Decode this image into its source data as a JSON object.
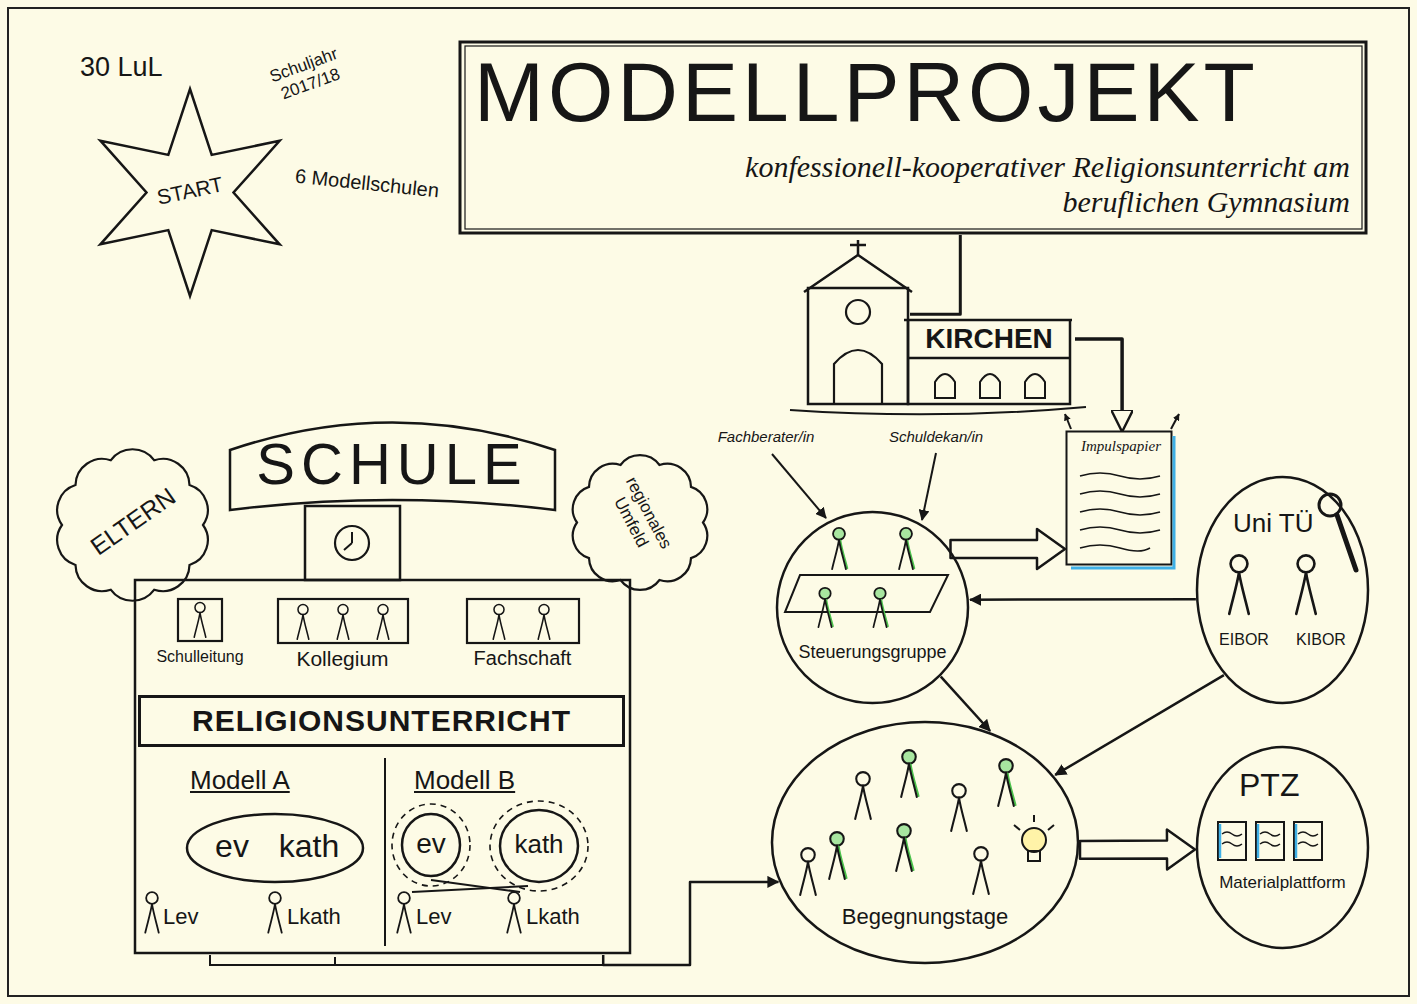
{
  "diagram": {
    "nodes": [
      {
        "text": [
          "START"
        ]
      },
      {
        "text": [
          "MODELLPROJEKT",
          "konfessionell-kooperativer Religionsunterricht am beruflichen Gymnasium"
        ]
      },
      {
        "text": [
          "KIRCHEN"
        ]
      },
      {
        "text": [
          "ELTERN"
        ]
      },
      {
        "text": [
          "SCHULE"
        ]
      },
      {
        "text": [
          "regionales Umfeld"
        ]
      },
      {
        "text": [
          "Schulleitung"
        ],
        "in": 4
      },
      {
        "text": [
          "Kollegium"
        ],
        "in": 4
      },
      {
        "text": [
          "Fachschaft"
        ],
        "in": 4
      },
      {
        "text": [
          "RELIGIONSUNTERRICHT"
        ],
        "in": 4
      },
      {
        "text": [
          "ev",
          "kath"
        ],
        "in": 4
      },
      {
        "text": [
          "ev"
        ],
        "in": 4
      },
      {
        "text": [
          "kath"
        ],
        "in": 4
      },
      {
        "text": [
          "Steuerungsgruppe"
        ]
      },
      {
        "text": [
          "Impulspapier"
        ]
      },
      {
        "text": [
          "Uni TÜ",
          "EIBOR",
          "KIBOR"
        ]
      },
      {
        "text": [
          "Begegnungstage"
        ]
      },
      {
        "text": [
          "PTZ",
          "Materialplattform"
        ]
      }
    ],
    "edges": [
      {
        "from": 2,
        "to": 1,
        "arrow": "none"
      },
      {
        "from": 2,
        "to": 14,
        "arrow": "to"
      },
      {
        "from": 13,
        "to": 14,
        "arrow": "to"
      },
      {
        "from": 15,
        "to": 13,
        "arrow": "to"
      },
      {
        "from": 13,
        "to": 16,
        "arrow": "to"
      },
      {
        "from": 15,
        "to": 16,
        "arrow": "to"
      },
      {
        "from": 4,
        "to": 16,
        "arrow": "to"
      },
      {
        "from": 16,
        "to": 17,
        "arrow": "to"
      }
    ],
    "labels": [
      "30 LuL",
      "Schuljahr 2017/18",
      "6 Modellschulen",
      "Fachberater/in",
      "Schuldekan/in",
      "Modell A",
      "Lev",
      "Lkath",
      "Modell B",
      "Lev",
      "Lkath"
    ]
  }
}
